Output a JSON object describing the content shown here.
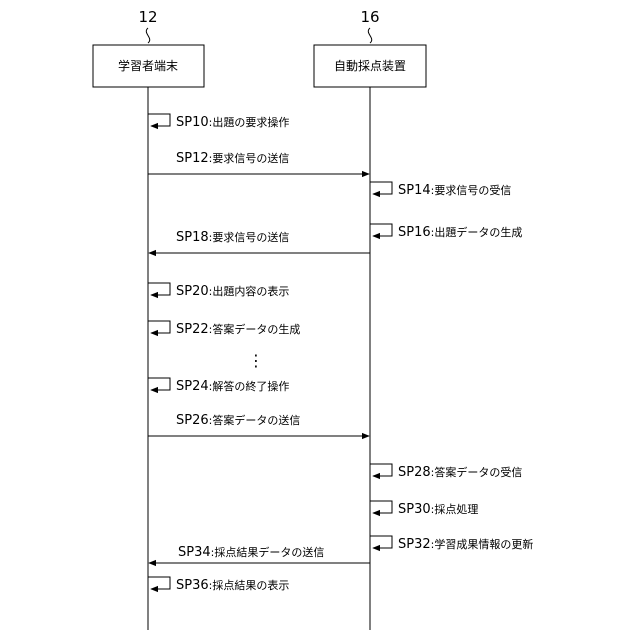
{
  "entities": {
    "terminal": {
      "ref": "12",
      "label": "学習者端末"
    },
    "grader": {
      "ref": "16",
      "label": "自動採点装置"
    }
  },
  "steps": [
    {
      "id": "SP10",
      "sep": ":",
      "text": "出題の要求操作",
      "kind": "self",
      "lane": "terminal"
    },
    {
      "id": "SP12",
      "sep": ":",
      "text": "要求信号の送信",
      "kind": "message",
      "from": "terminal",
      "to": "grader"
    },
    {
      "id": "SP14",
      "sep": ":",
      "text": "要求信号の受信",
      "kind": "self",
      "lane": "grader"
    },
    {
      "id": "SP16",
      "sep": ":",
      "text": "出題データの生成",
      "kind": "self",
      "lane": "grader"
    },
    {
      "id": "SP18",
      "sep": ":",
      "text": "要求信号の送信",
      "kind": "message",
      "from": "grader",
      "to": "terminal"
    },
    {
      "id": "SP20",
      "sep": ":",
      "text": "出題内容の表示",
      "kind": "self",
      "lane": "terminal"
    },
    {
      "id": "SP22",
      "sep": ":",
      "text": "答案データの生成",
      "kind": "self",
      "lane": "terminal"
    },
    {
      "id": "SP24",
      "sep": ":",
      "text": "解答の終了操作",
      "kind": "self",
      "lane": "terminal"
    },
    {
      "id": "SP26",
      "sep": ":",
      "text": "答案データの送信",
      "kind": "message",
      "from": "terminal",
      "to": "grader"
    },
    {
      "id": "SP28",
      "sep": ":",
      "text": "答案データの受信",
      "kind": "self",
      "lane": "grader"
    },
    {
      "id": "SP30",
      "sep": ":",
      "text": "採点処理",
      "kind": "self",
      "lane": "grader"
    },
    {
      "id": "SP32",
      "sep": ":",
      "text": "学習成果情報の更新",
      "kind": "self",
      "lane": "grader"
    },
    {
      "id": "SP34",
      "sep": ":",
      "text": "採点結果データの送信",
      "kind": "message",
      "from": "grader",
      "to": "terminal"
    },
    {
      "id": "SP36",
      "sep": ":",
      "text": "採点結果の表示",
      "kind": "self",
      "lane": "terminal"
    }
  ],
  "ellipsis": "⋮"
}
